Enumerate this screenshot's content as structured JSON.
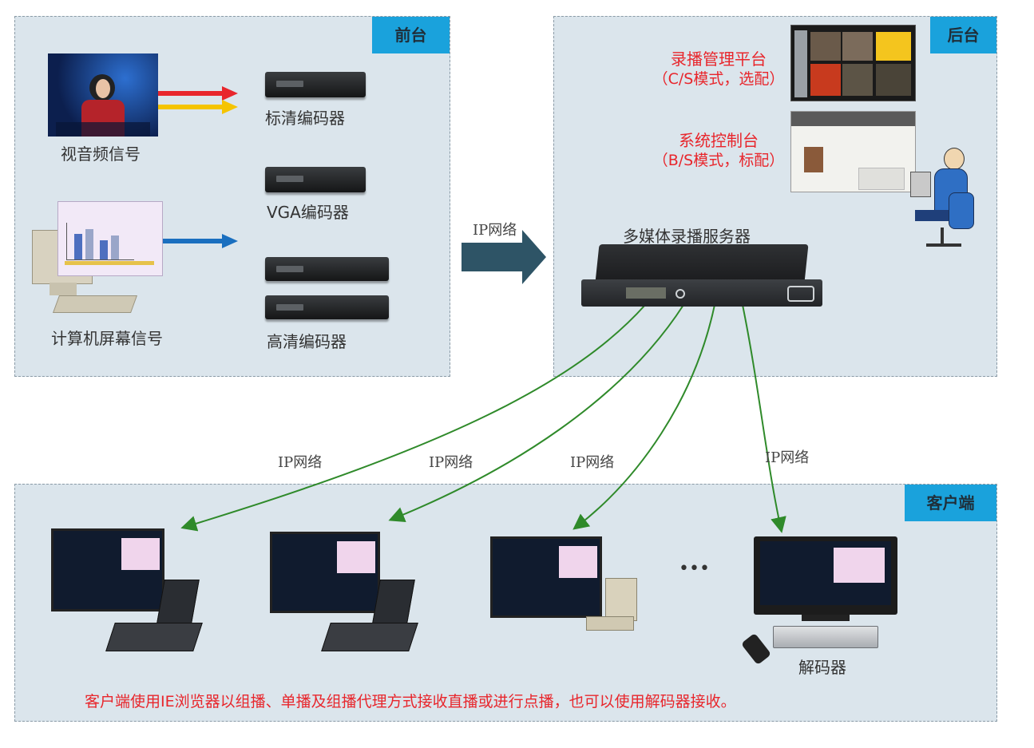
{
  "panels": {
    "front": {
      "tag": "前台"
    },
    "back": {
      "tag": "后台"
    },
    "client": {
      "tag": "客户端"
    }
  },
  "front": {
    "av_signal": "视音频信号",
    "pc_signal": "计算机屏幕信号",
    "sd_encoder": "标清编码器",
    "vga_encoder": "VGA编码器",
    "hd_encoder": "高清编码器"
  },
  "network_label": "IP网络",
  "back": {
    "rec_mgmt_title": "录播管理平台",
    "rec_mgmt_mode": "（C/S模式，选配）",
    "console_title": "系统控制台",
    "console_mode": "（B/S模式，标配）",
    "server": "多媒体录播服务器"
  },
  "client": {
    "links": [
      "IP网络",
      "IP网络",
      "IP网络",
      "IP网络"
    ],
    "ellipsis": "•••",
    "decoder": "解码器",
    "note": "客户端使用IE浏览器以组播、单播及组播代理方式接收直播或进行点播，也可以使用解码器接收。"
  },
  "colors": {
    "tag_bg": "#1aa2dc",
    "panel_bg": "#dbe5ec",
    "link_green": "#2f8a2a",
    "note_red": "#e8262c"
  }
}
